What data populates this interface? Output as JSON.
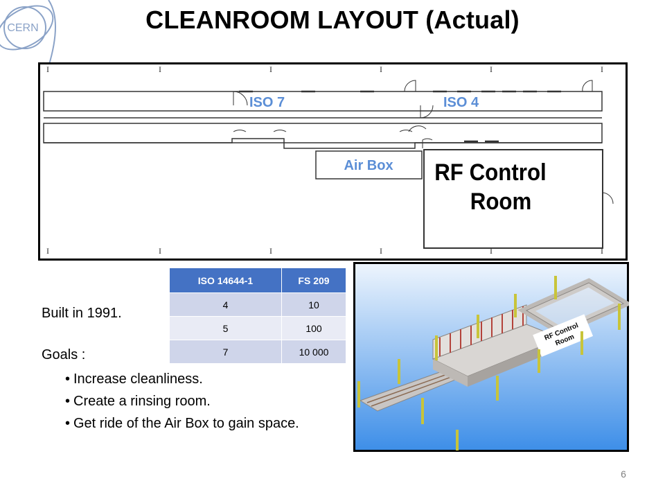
{
  "header": {
    "logo_text": "CERN",
    "title": "CLEANROOM LAYOUT (Actual)"
  },
  "floorplan": {
    "zones": {
      "iso7": "ISO 7",
      "iso4": "ISO 4",
      "air_box": "Air Box",
      "rf_room_line1": "RF Control",
      "rf_room_line2": "Room"
    },
    "column_marker": "I",
    "colors": {
      "zone_label": "#5b8ed6",
      "wall": "#333333"
    }
  },
  "standards_table": {
    "headers": [
      "ISO 14644-1",
      "FS 209"
    ],
    "rows": [
      [
        "4",
        "10"
      ],
      [
        "5",
        "100"
      ],
      [
        "7",
        "10 000"
      ]
    ],
    "colors": {
      "header_bg": "#4472c4",
      "row_odd": "#cfd5ea",
      "row_even": "#e9ebf5"
    }
  },
  "notes": {
    "built": "Built in 1991.",
    "goals_heading": "Goals :",
    "goals": [
      "Increase cleanliness.",
      "Create a rinsing room.",
      "Get ride of the Air Box to gain space."
    ]
  },
  "render": {
    "label_line1": "RF Control",
    "label_line2": "Room"
  },
  "footer": {
    "page_number": "6"
  }
}
